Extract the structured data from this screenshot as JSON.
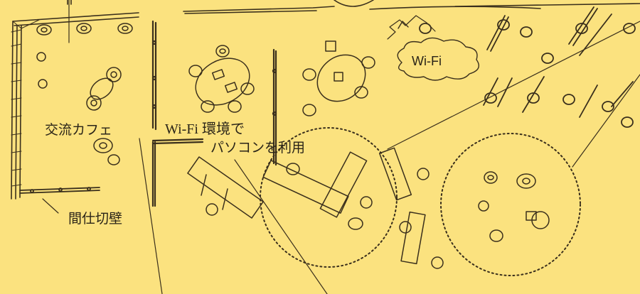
{
  "labels": {
    "cafe": "交流カフェ",
    "wifi_env": "Wi-Fi 環境で",
    "pc_use": "パソコンを利用",
    "partition": "間仕切壁",
    "wifi_cloud": "Wi-Fi"
  },
  "colors": {
    "background": "#fbe27f",
    "ink": "#3a2f1c"
  }
}
